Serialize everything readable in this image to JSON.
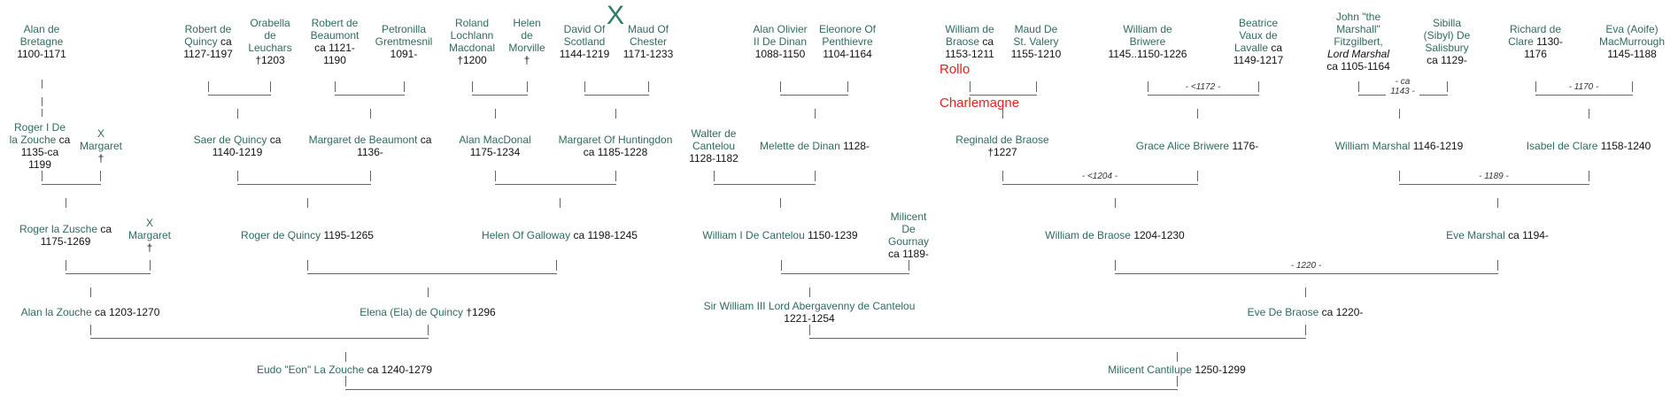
{
  "marks": {
    "x": "X",
    "rollo": "Rollo",
    "charlemagne": "Charlemagne"
  },
  "gen1": [
    {
      "name": "Alan de Bretagne",
      "dates": "1100-1171"
    },
    {
      "name": "Robert de Quincy",
      "dates": "ca 1127-1197"
    },
    {
      "name": "Orabella de Leuchars",
      "dates": "†1203"
    },
    {
      "name": "Robert de Beaumont",
      "dates": "ca 1121-1190"
    },
    {
      "name": "Petronilla Grentmesnil",
      "dates": "1091-"
    },
    {
      "name": "Roland Lochlann Macdonal",
      "dates": "†1200"
    },
    {
      "name": "Helen de Morville",
      "dates": "†"
    },
    {
      "name": "David Of Scotland",
      "dates": "1144-1219"
    },
    {
      "name": "Maud Of Chester",
      "dates": "1171-1233"
    },
    {
      "name": "Alan Olivier II De Dinan",
      "dates": "1088-1150"
    },
    {
      "name": "Eleonore Of Penthievre",
      "dates": "1104-1164"
    },
    {
      "name": "William de Braose",
      "dates": "ca 1153-1211"
    },
    {
      "name": "Maud De St. Valery",
      "dates": "1155-1210"
    },
    {
      "name": "William de Briwere",
      "dates": "1145..1150-1226"
    },
    {
      "name": "Beatrice Vaux de Lavalle",
      "dates": "ca 1149-1217"
    },
    {
      "name": "John \"the Marshall\" Fitzgilbert,",
      "title": "Lord Marshal",
      "dates": "ca 1105-1164"
    },
    {
      "name": "Sibilla (Sibyl) De Salisbury",
      "dates": "ca 1129-"
    },
    {
      "name": "Richard de Clare",
      "dates": "1130-1176"
    },
    {
      "name": "Eva (Aoife) MacMurrough",
      "dates": "1145-1188"
    }
  ],
  "gen2": [
    {
      "name": "Roger I De la Zouche",
      "dates": "ca 1135-ca 1199"
    },
    {
      "name": "X Margaret",
      "dates": "†"
    },
    {
      "name": "Saer de Quincy",
      "dates": "ca 1140-1219"
    },
    {
      "name": "Margaret de Beaumont",
      "dates": "ca 1136-"
    },
    {
      "name": "Alan MacDonal",
      "dates": "1175-1234"
    },
    {
      "name": "Margaret Of Huntingdon",
      "dates": "ca 1185-1228"
    },
    {
      "name": "Walter de Cantelou",
      "dates": "1128-1182"
    },
    {
      "name": "Melette de Dinan",
      "dates": "1128-"
    },
    {
      "name": "Reginald de Braose",
      "dates": "†1227"
    },
    {
      "name": "Grace Alice Briwere",
      "dates": "1176-"
    },
    {
      "name": "William Marshal",
      "dates": "1146-1219"
    },
    {
      "name": "Isabel de Clare",
      "dates": "1158-1240"
    }
  ],
  "gen3": [
    {
      "name": "Roger la Zusche",
      "dates": "ca 1175-1269"
    },
    {
      "name": "X Margaret",
      "dates": "†"
    },
    {
      "name": "Roger de Quincy",
      "dates": "1195-1265"
    },
    {
      "name": "Helen Of Galloway",
      "dates": "ca 1198-1245"
    },
    {
      "name": "William I De Cantelou",
      "dates": "1150-1239"
    },
    {
      "name": "Milicent De Gournay",
      "dates": "ca 1189-"
    },
    {
      "name": "William de Braose",
      "dates": "1204-1230"
    },
    {
      "name": "Eve Marshal",
      "dates": "ca 1194-"
    }
  ],
  "gen4": [
    {
      "name": "Alan la Zouche",
      "dates": "ca 1203-1270"
    },
    {
      "name": "Elena (Ela) de Quincy",
      "dates": "†1296"
    },
    {
      "name": "Sir William III Lord Abergavenny de Cantelou",
      "dates": "1221-1254"
    },
    {
      "name": "Eve De Braose",
      "dates": "ca 1220-"
    }
  ],
  "gen5": [
    {
      "name": "Eudo \"Eon\" La Zouche",
      "dates": "ca 1240-1279"
    },
    {
      "name": "Milicent Cantilupe",
      "dates": "1250-1299"
    }
  ],
  "marriage_labels": [
    "- <1172 -",
    "- ca 1143 -",
    "- 1170 -",
    "- <1204 -",
    "- 1189 -",
    "- 1220 -"
  ]
}
